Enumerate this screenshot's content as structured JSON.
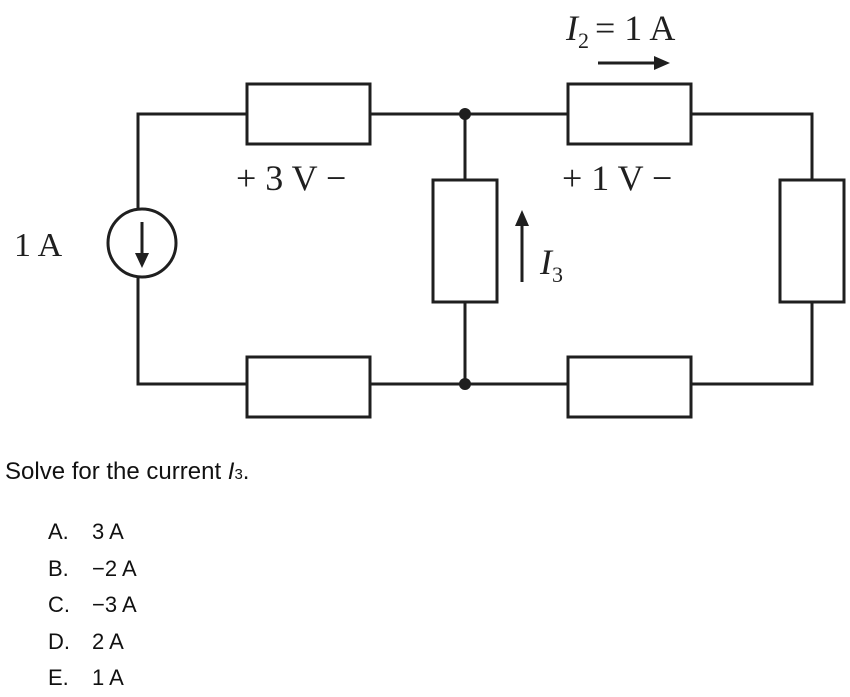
{
  "diagram": {
    "source_label": "1 A",
    "resistor_top_left_voltage": "+ 3 V −",
    "resistor_top_right_voltage": "+ 1 V −",
    "current_i2": {
      "symbol": "I",
      "sub": "2",
      "value": "= 1 A"
    },
    "current_i3": {
      "symbol": "I",
      "sub": "3"
    }
  },
  "question": {
    "text": "Solve for the current ",
    "var": "I",
    "var_sub": "3",
    "end": "."
  },
  "choices": [
    {
      "letter": "A.",
      "value": "3 A"
    },
    {
      "letter": "B.",
      "value": "−2 A"
    },
    {
      "letter": "C.",
      "value": "−3 A"
    },
    {
      "letter": "D.",
      "value": "2 A"
    },
    {
      "letter": "E.",
      "value": "1 A"
    }
  ]
}
